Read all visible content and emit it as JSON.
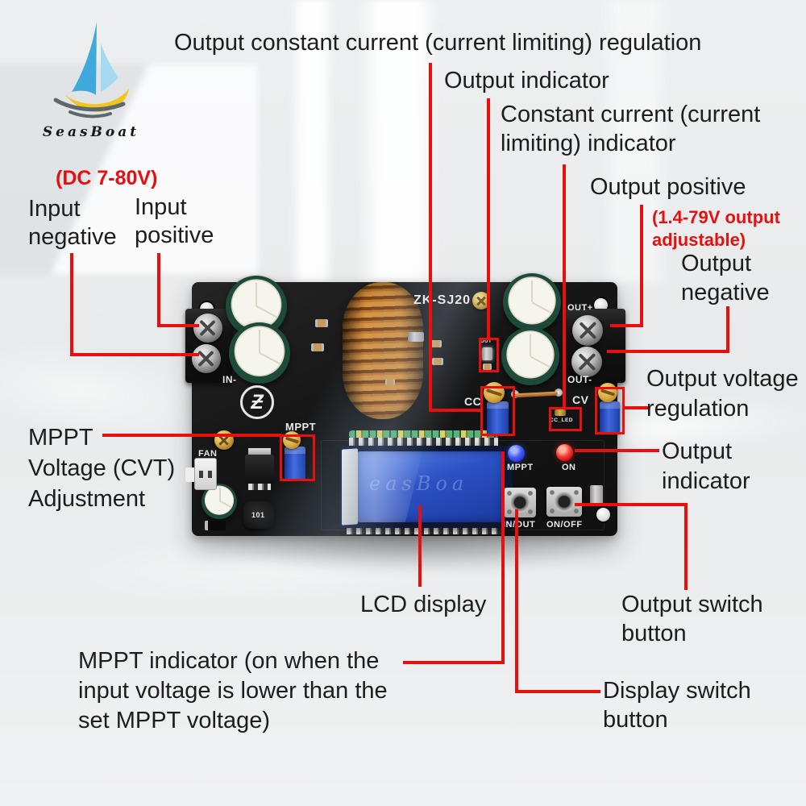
{
  "logo": {
    "name": "SeasBoat"
  },
  "callouts": {
    "title": "Output constant current (current limiting) regulation",
    "output_indicator_top": "Output indicator",
    "constant_current_indicator": "Constant current (current\nlimiting) indicator",
    "output_positive": "Output positive",
    "output_adjustable_note": "(1.4-79V output\nadjustable)",
    "output_negative": "Output\nnegative",
    "input_range_note": "(DC 7-80V)",
    "input_negative": "Input\nnegative",
    "input_positive": "Input\npositive",
    "mppt_adjustment": "MPPT\nVoltage (CVT)\nAdjustment",
    "lcd_display": "LCD display",
    "mppt_indicator": "MPPT indicator (on when the\ninput voltage is lower than the\nset MPPT voltage)",
    "output_switch_button": "Output switch\nbutton",
    "display_switch_button": "Display switch\nbutton",
    "output_voltage_regulation": "Output voltage\nregulation",
    "output_indicator_right": "Output\nindicator"
  },
  "board": {
    "model": "ZK-SJ20",
    "labels": {
      "input_negative_terminal": "IN-",
      "output_positive_terminal": "OUT+",
      "output_negative_terminal": "OUT-",
      "cc_pot": "CC",
      "cv_pot": "CV",
      "mppt_pot": "MPPT",
      "mppt_led": "MPPT",
      "on_led": "ON",
      "in_out_button": "IN/OUT",
      "on_off_button": "ON/OFF",
      "fan_connector": "FAN",
      "cc_led": "CC_LED",
      "out_led": "OUT",
      "inductor_value": "101",
      "lcd_ghost": "easBoa"
    }
  },
  "colors": {
    "annotation_red": "#e8100e",
    "text_dark": "#1d1d1d",
    "pcb_black": "#161616",
    "lcd_blue": "#2d55c8",
    "pot_blue": "#2f62d8",
    "led_blue": "#2b3fe0",
    "led_red": "#e31210",
    "cap_green": "#1d4a39",
    "copper": "#c07a33",
    "sail_blue": "#3fa9dc",
    "sail_light": "#a5d9f2",
    "hull_yellow": "#f2c51d",
    "background": "#e9ebec"
  }
}
